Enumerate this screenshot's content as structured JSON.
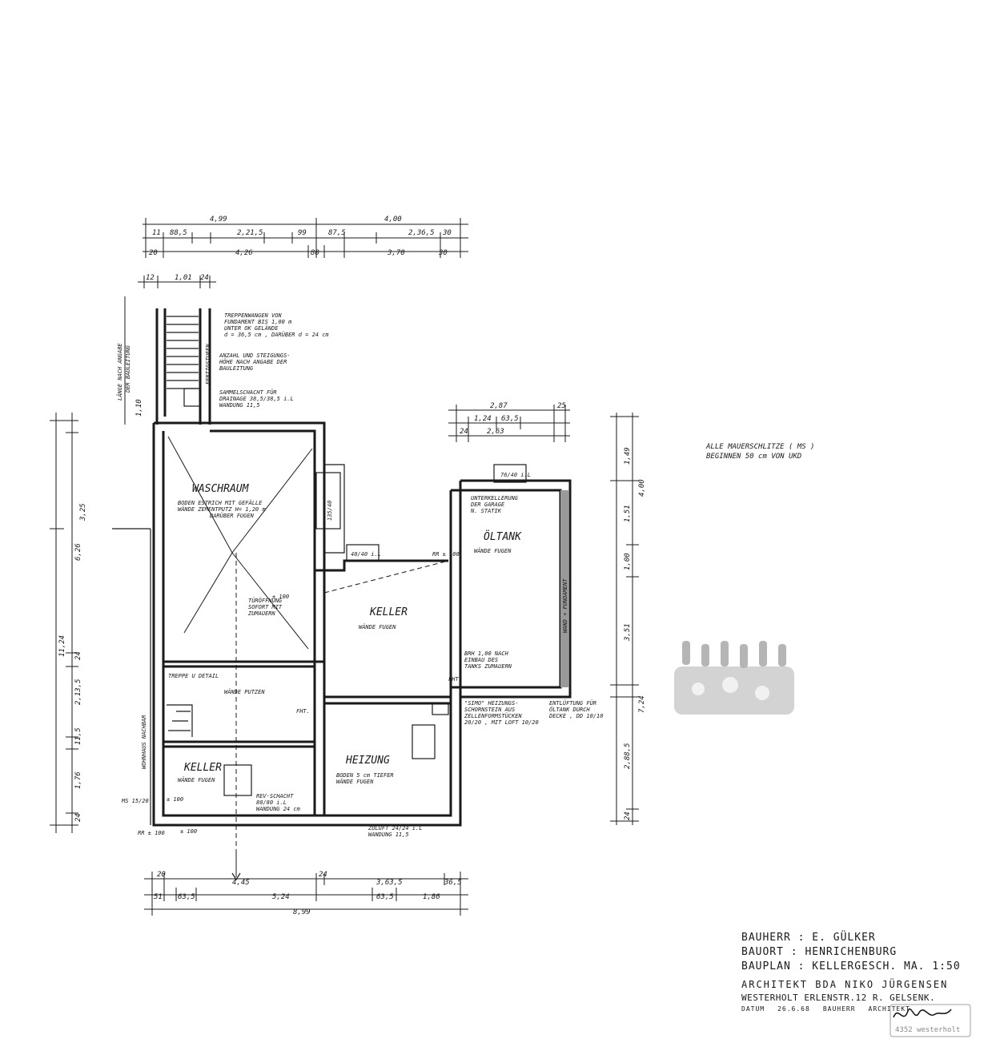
{
  "rooms": {
    "waschraum": "WASCHRAUM",
    "keller_mid": "KELLER",
    "oeltank": "ÖLTANK",
    "heizung": "HEIZUNG",
    "keller_low": "KELLER"
  },
  "room_notes": {
    "waschraum_1": "BODEN  ESTRICH MIT GEFÄLLE",
    "waschraum_2": "WÄNDE  ZEMENTPUTZ H= 1,20 m",
    "waschraum_3": "DARÜBER FUGEN",
    "keller_mid": "WÄNDE  FUGEN",
    "oeltank": "WÄNDE  FUGEN",
    "heizung_1": "BODEN  5 cm TIEFER",
    "heizung_2": "WÄNDE  FUGEN",
    "keller_low": "WÄNDE  FUGEN",
    "treppe_1": "TREPPE U DETAIL",
    "treppe_2": "WÄNDE  PUTZEN"
  },
  "annotations": {
    "treppe_1": "TREPPENWANGEN VON",
    "treppe_2": "FUNDAMENT BIS 1,00 m",
    "treppe_3": "UNTER OK GELÄNDE",
    "treppe_4": "d = 36,5 cm , DARÜBER d = 24 cm",
    "stufen_1": "ANZAHL UND STEIGUNGS-",
    "stufen_2": "HÖHE NACH ANGABE DER",
    "stufen_3": "BAULEITUNG",
    "sammel_1": "SAMMELSCHACHT FÜR",
    "sammel_2": "DRAINAGE 38,5/38,5 i.L",
    "sammel_3": "WANDUNG 11,5",
    "luege_1": "LÄNGE NACH ANGABE",
    "luege_2": "DER BAULEITUNG",
    "fertig": "FERTIGSTUFEN",
    "wohnhaus": "WOHNHAUS NACHBAR",
    "unterkellerung_1": "UNTERKELLERUNG",
    "unterkellerung_2": "DER GARAGE",
    "unterkellerung_3": "N. STATIK",
    "fundament": "WAND + FUNDAMENT",
    "tuer_1": "TÜRÖFFNUNG",
    "tuer_2": "SOFORT MIT",
    "tuer_3": "ZUMAUERN",
    "brh_1": "BRH 1,00 NACH",
    "brh_2": "EINBAU DES",
    "brh_3": "TANKS ZUMAUERN",
    "schornstein_1": "\"SIMO\" HEIZUNGS-",
    "schornstein_2": "SCHORNSTEIN AUS",
    "schornstein_3": "ZELLENFORMSTÜCKEN",
    "schornstein_4": "20/20 , MIT LOFT 10/20",
    "entlueftung_1": "ENTLÜFTUNG FÜR",
    "entlueftung_2": "ÖLTANK DURCH",
    "entlueftung_3": "DECKE , DD 10/10",
    "rev_1": "REV-SCHACHT",
    "rev_2": "80/80 i.L",
    "rev_3": "WANDUNG 24 cm",
    "zuluft_1": "ZULUFT 24/24 i.L",
    "zuluft_2": "WANDUNG 11,5",
    "mauerschlitze_1": "ALLE MAUERSCHLITZE ( MS )",
    "mauerschlitze_2": "BEGINNEN  50 cm VON UKD",
    "fht1": "FHT.",
    "fht2": "FHT.",
    "rr_top": "RR ± 100",
    "rr_bot": "RR ± 100",
    "ms": "MS 15/20",
    "tankbox": "76/40 i.L",
    "box_mid": "40/40 i.L",
    "box_wasch": "135/40",
    "elev1": "± 100",
    "elev2": "± 100",
    "elev3": "± 100"
  },
  "dimensions": {
    "top_row1_a": "4,99",
    "top_row1_b": "4,00",
    "top_row2_a": "11",
    "top_row2_b": "88,5",
    "top_row2_c": "2,21,5",
    "top_row2_d": "99",
    "top_row2_e": "87,5",
    "top_row2_f": "2,36,5",
    "top_row2_g": "30",
    "top_row3_a": "20",
    "top_row3_b": "4,26",
    "top_row3_c": "80",
    "top_row3_d": "3,70",
    "top_row3_e": "30",
    "stair_a": "1,01",
    "stair_b": "24",
    "stair_c": "12",
    "stair_len": "1,10",
    "right_a": "2,87",
    "right_b": "25",
    "right_c": "1,24",
    "right_d": "63,5",
    "right_e": "2,63",
    "right_f": "24",
    "left_a": "3,25",
    "left_b": "6,26",
    "left_c": "11,24",
    "left_d": "24",
    "left_e": "2,13,5",
    "left_f": "11,5",
    "left_g": "1,76",
    "left_h": "24",
    "rv_a": "1,49",
    "rv_b": "4,00",
    "rv_c": "1,51",
    "rv_d": "1,00",
    "rv_e": "3,51",
    "rv_f": "7,24",
    "rv_g": "2,88,5",
    "rv_h": "24",
    "bot_row1_a": "20",
    "bot_row1_b": "4,45",
    "bot_row1_c": "24",
    "bot_row1_d": "3,63,5",
    "bot_row1_e": "36,5",
    "bot_row2_a": "51",
    "bot_row2_b": "63,5",
    "bot_row2_c": "5,24",
    "bot_row2_d": "63,5",
    "bot_row2_e": "1,86",
    "bot_row3": "8,99"
  },
  "title_block": {
    "bauherr_label": "BAUHERR :",
    "bauherr_value": "E. GÜLKER",
    "bauort_label": "BAUORT :",
    "bauort_value": "HENRICHENBURG",
    "bauplan_label": "BAUPLAN :",
    "bauplan_value": "KELLERGESCH. MA. 1:50",
    "architekt": "ARCHITEKT BDA NIKO JÜRGENSEN",
    "adresse": "WESTERHOLT ERLENSTR.12 R. GELSENK.",
    "datum_label": "DATUM",
    "datum_value": "26.6.68",
    "bauherr_sig": "BAUHERR",
    "architekt_sig": "ARCHITEKT",
    "stamp_line": "4352 westerholt"
  }
}
